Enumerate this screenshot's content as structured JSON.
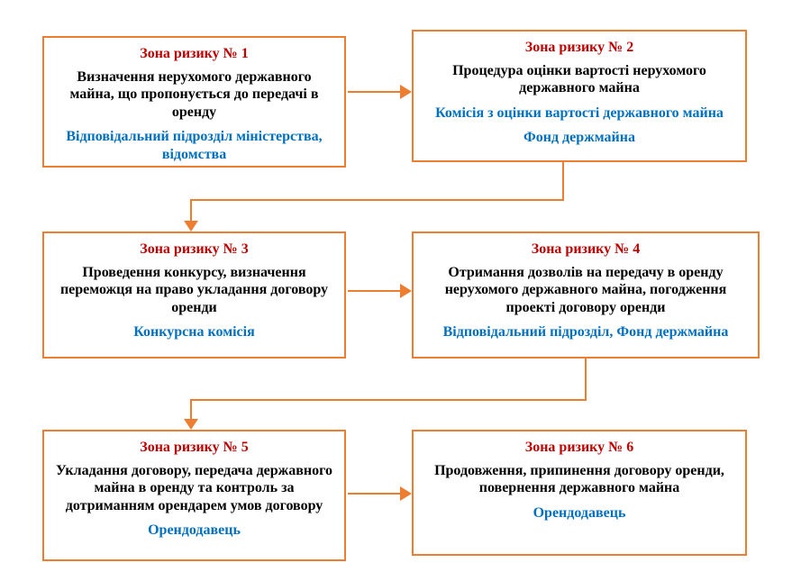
{
  "colors": {
    "background": "#FFFFFF",
    "border": "#ED7D31",
    "arrow": "#ED7D31",
    "title": "#C00000",
    "body": "#000000",
    "role": "#0070C0"
  },
  "boxes": [
    {
      "title": "Зона ризику № 1",
      "body": "Визначення нерухомого державного майна, що пропонується до передачі в оренду",
      "roles": [
        "Відповідальний підрозділ міністерства, відомства"
      ]
    },
    {
      "title": "Зона ризику № 2",
      "body": "Процедура оцінки вартості нерухомого державного майна",
      "roles": [
        "Комісія з оцінки вартості державного майна",
        "Фонд держмайна"
      ]
    },
    {
      "title": "Зона ризику № 3",
      "body": "Проведення конкурсу, визначення переможця на право укладання договору оренди",
      "roles": [
        "Конкурсна комісія"
      ]
    },
    {
      "title": "Зона ризику № 4",
      "body": "Отримання дозволів на передачу в оренду нерухомого державного майна, погодження проекті договору оренди",
      "roles": [
        "Відповідальний підрозділ, Фонд держмайна"
      ]
    },
    {
      "title": "Зона ризику № 5",
      "body": "Укладання договору, передача державного майна в оренду та контроль за дотриманням орендарем умов договору",
      "roles": [
        "Орендодавець"
      ]
    },
    {
      "title": "Зона ризику № 6",
      "body": "Продовження, припинення договору оренди, повернення державного майна",
      "roles": [
        "Орендодавець"
      ]
    }
  ]
}
